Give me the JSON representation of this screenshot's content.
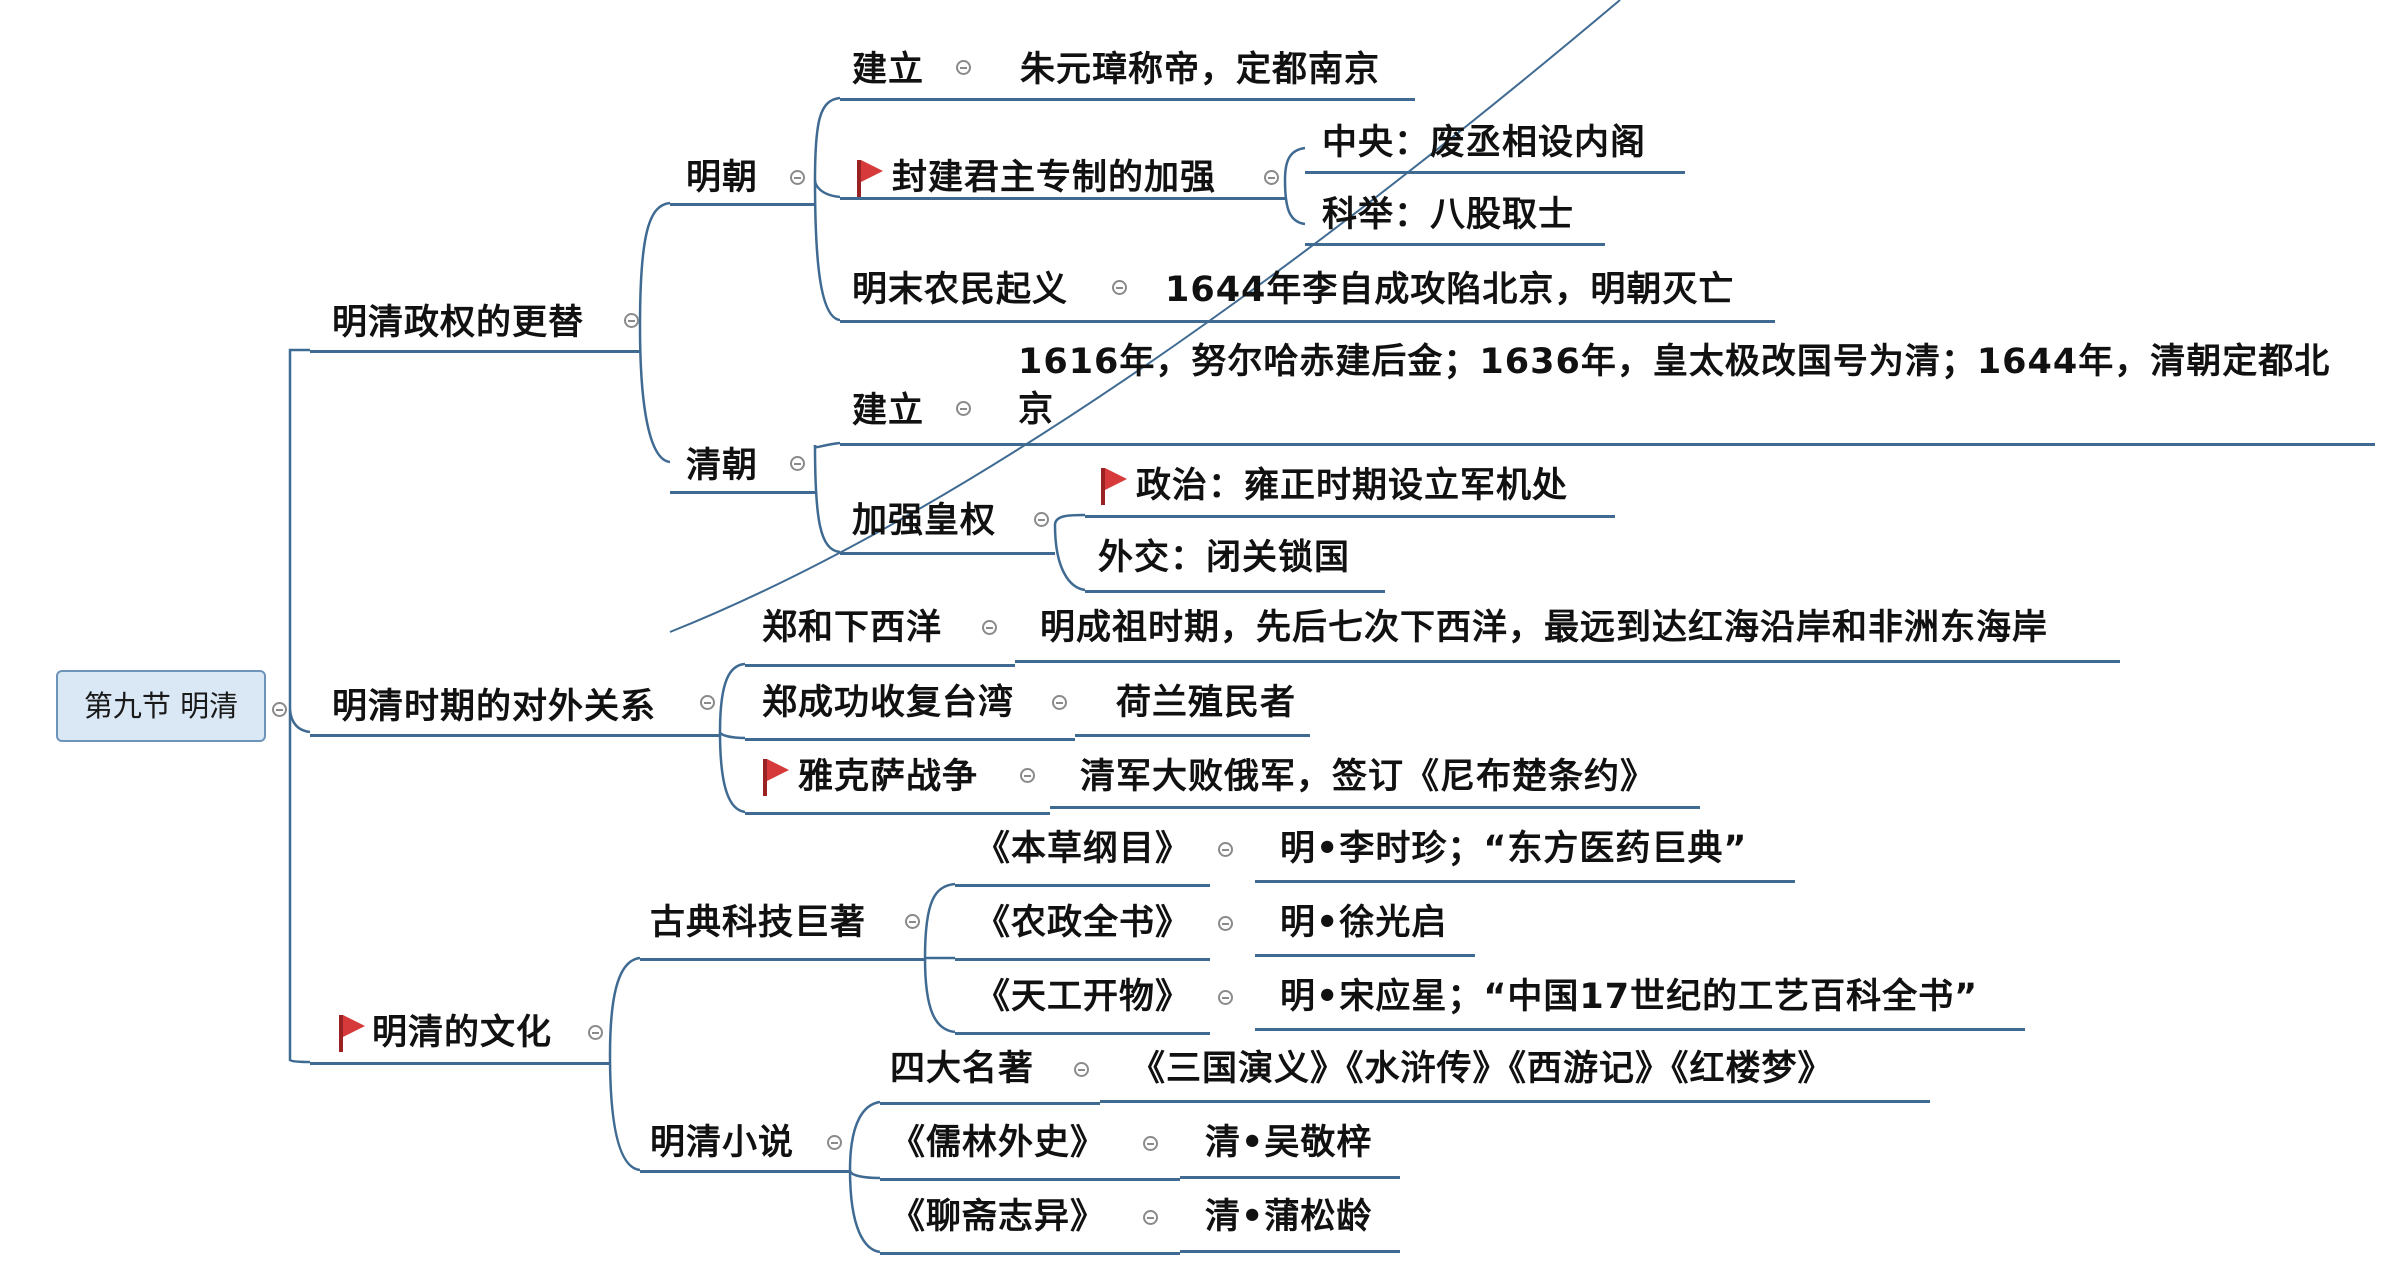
{
  "root": "第九节 明清",
  "branches": {
    "change": {
      "label": "明清政权的更替",
      "ming": {
        "label": "明朝",
        "found": {
          "label": "建立",
          "detail": "朱元璋称帝，定都南京"
        },
        "strengthen": {
          "label": "封建君主专制的加强",
          "center": "中央：废丞相设内阁",
          "exam": "科举：八股取士"
        },
        "revolt": {
          "label": "明末农民起义",
          "detail": "1644年李自成攻陷北京，明朝灭亡"
        }
      },
      "qing": {
        "label": "清朝",
        "found": {
          "label": "建立",
          "detail": "1616年，努尔哈赤建后金；1636年，皇太极改国号为清；1644年，清朝定都北京"
        },
        "power": {
          "label": "加强皇权",
          "politics": "政治：雍正时期设立军机处",
          "diplomacy": "外交：闭关锁国"
        }
      }
    },
    "foreign": {
      "label": "明清时期的对外关系",
      "zhenghe": {
        "label": "郑和下西洋",
        "detail": "明成祖时期，先后七次下西洋，最远到达红海沿岸和非洲东海岸"
      },
      "taiwan": {
        "label": "郑成功收复台湾",
        "detail": "荷兰殖民者"
      },
      "yaksa": {
        "label": "雅克萨战争",
        "detail": "清军大败俄军，签订《尼布楚条约》"
      }
    },
    "culture": {
      "label": "明清的文化",
      "science": {
        "label": "古典科技巨著",
        "items": [
          {
            "book": "《本草纲目》",
            "detail": "明•李时珍；“东方医药巨典”"
          },
          {
            "book": "《农政全书》",
            "detail": "明•徐光启"
          },
          {
            "book": "《天工开物》",
            "detail": "明•宋应星；“中国17世纪的工艺百科全书”"
          }
        ]
      },
      "novels": {
        "label": "明清小说",
        "items": [
          {
            "book": "四大名著",
            "detail": "《三国演义》《水浒传》《西游记》《红楼梦》"
          },
          {
            "book": "《儒林外史》",
            "detail": "清•吴敬梓"
          },
          {
            "book": "《聊斋志异》",
            "detail": "清•蒲松龄"
          }
        ]
      }
    }
  },
  "colors": {
    "line": "#3f6a92",
    "root_fill": "#dae8f6",
    "root_border": "#6e93ba",
    "flag": "#d63a3a"
  }
}
